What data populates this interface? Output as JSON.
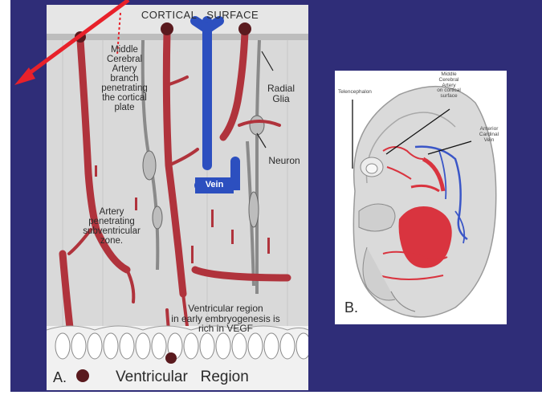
{
  "panel_a": {
    "header": "CORTICAL   SURFACE",
    "mca_label": "Middle\nCerebral\nArtery\nbranch\npenetrating\nthe  cortical\nplate",
    "radial_glia_label": "Radial\nGlia",
    "neuron_label": "Neuron",
    "vein_label": "Vein",
    "artery_label": "Artery\npenetrating\nsubventricular\nzone.",
    "vegf_label": "Ventricular    region\nin  early  embryogenesis is\nrich  in  VEGF",
    "letter": "A.",
    "footer": "Ventricular   Region"
  },
  "panel_b": {
    "telencephalon": "Telencephalon",
    "mca_surface": "Middle\nCerebral\nArtery\non  cortical\nsurface",
    "anterior_vein": "Anterior\nCardinal\nVein",
    "letter": "B."
  },
  "colors": {
    "background": "#2f2d78",
    "artery": "#b0333c",
    "vein": "#2c4fbf",
    "pointer": "#e8212a"
  }
}
